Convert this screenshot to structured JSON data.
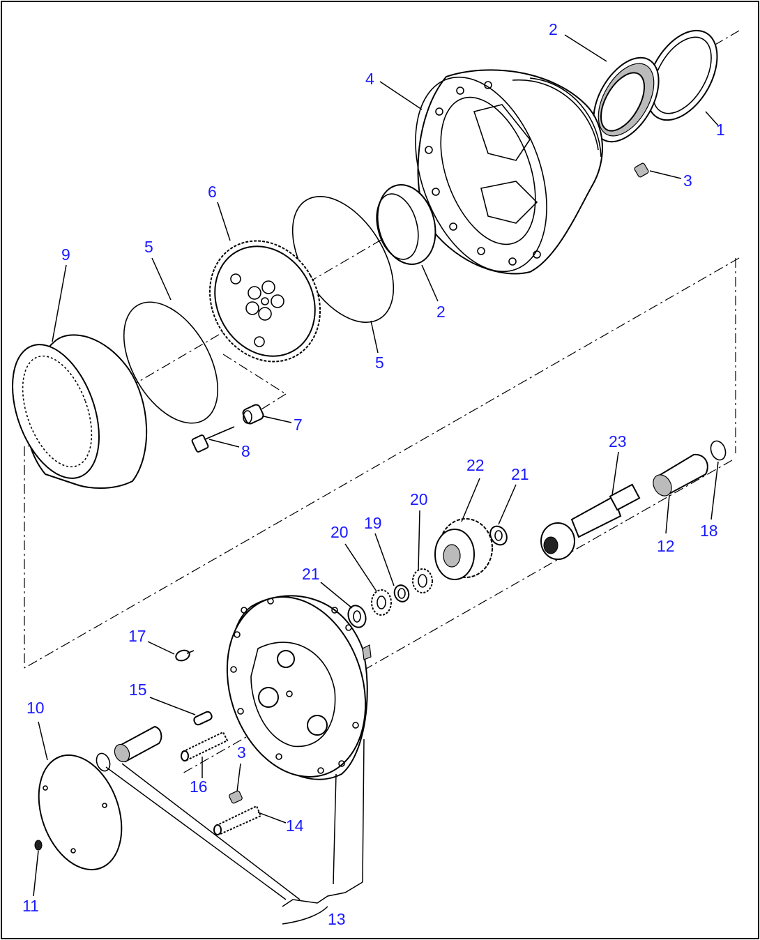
{
  "diagram": {
    "type": "exploded-parts-view",
    "callouts": [
      {
        "id": "c1",
        "text": "1"
      },
      {
        "id": "c2a",
        "text": "2"
      },
      {
        "id": "c2b",
        "text": "2"
      },
      {
        "id": "c3a",
        "text": "3"
      },
      {
        "id": "c3b",
        "text": "3"
      },
      {
        "id": "c4",
        "text": "4"
      },
      {
        "id": "c5a",
        "text": "5"
      },
      {
        "id": "c5b",
        "text": "5"
      },
      {
        "id": "c6",
        "text": "6"
      },
      {
        "id": "c7",
        "text": "7"
      },
      {
        "id": "c8",
        "text": "8"
      },
      {
        "id": "c9",
        "text": "9"
      },
      {
        "id": "c10",
        "text": "10"
      },
      {
        "id": "c11",
        "text": "11"
      },
      {
        "id": "c12",
        "text": "12"
      },
      {
        "id": "c13",
        "text": "13"
      },
      {
        "id": "c14",
        "text": "14"
      },
      {
        "id": "c15",
        "text": "15"
      },
      {
        "id": "c16",
        "text": "16"
      },
      {
        "id": "c17",
        "text": "17"
      },
      {
        "id": "c18",
        "text": "18"
      },
      {
        "id": "c19",
        "text": "19"
      },
      {
        "id": "c20a",
        "text": "20"
      },
      {
        "id": "c20b",
        "text": "20"
      },
      {
        "id": "c21a",
        "text": "21"
      },
      {
        "id": "c21b",
        "text": "21"
      },
      {
        "id": "c22",
        "text": "22"
      },
      {
        "id": "c23",
        "text": "23"
      }
    ],
    "label_color": "#1a1aff",
    "line_color": "#000000"
  }
}
